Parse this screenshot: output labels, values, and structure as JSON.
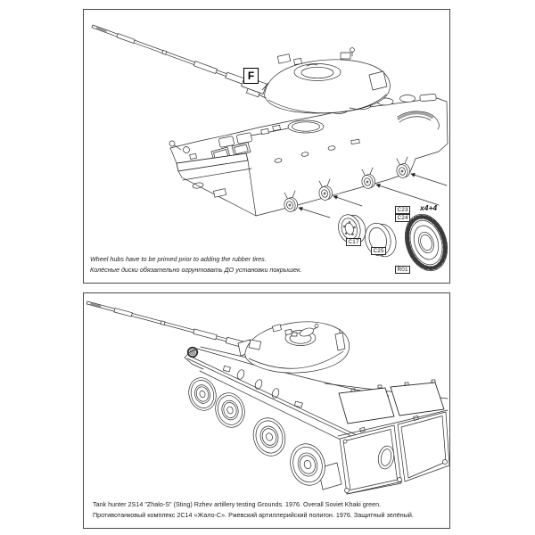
{
  "colors": {
    "line": "#2b2b2b",
    "panel_border": "#4a4a4a",
    "text": "#1c1c1c"
  },
  "panels": {
    "assembly": {
      "step_letter": "F",
      "quantity_note": "x4+4",
      "part_labels": {
        "insert_a": "C23",
        "insert_b": "C24",
        "hub": "C17",
        "ring": "C25",
        "tire": "R01"
      },
      "caption_en": "Wheel hubs have to be primed prior to adding the rubber tires.",
      "caption_ru": "Колёсные диски обязательно огрунтовать ДО установки покрышек."
    },
    "scheme": {
      "caption_en": "Tank hunter 2S14 \"Zhalo-S\" (Sting) Rzhev artillery testing Grounds. 1976. Overall Soviet Khaki green.",
      "caption_ru": "Противотанковый комплекс 2С14 «Жало-С». Ржевский артиллерийский полигон. 1976. Защитный зелёный."
    }
  }
}
